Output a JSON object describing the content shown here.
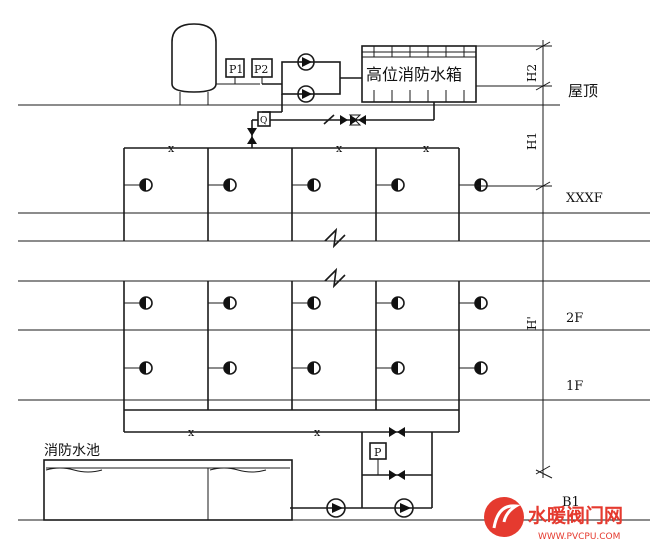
{
  "labels": {
    "tank": "高位消防水箱",
    "roof": "屋顶",
    "pool": "消防水池",
    "floor_top": "XXXF",
    "floor_2": "2F",
    "floor_1": "1F",
    "floor_b1": "B1",
    "h1": "H1",
    "h2": "H2",
    "h_prime": "H'",
    "p1": "P1",
    "p2": "P2",
    "p_gauge": "P",
    "x_mark": "x"
  },
  "watermark": {
    "text": "水暖阀门网",
    "url": "WWW.PVCPU.COM",
    "color": "#e53a2f"
  }
}
